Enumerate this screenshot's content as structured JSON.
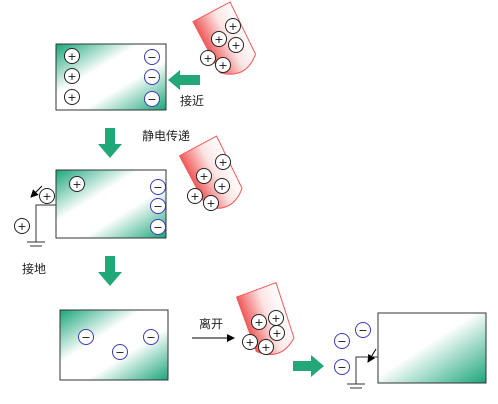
{
  "labels": {
    "approach": "接近",
    "transfer": "静电传递",
    "ground": "接地",
    "leave": "离开"
  },
  "signs": {
    "positive": "+",
    "negative": "−"
  },
  "colors": {
    "plate_green": "#1aa57a",
    "arrow_green": "#22a878",
    "cup_red": "#f05a5a",
    "negative_ring": "#3a3ab8"
  }
}
